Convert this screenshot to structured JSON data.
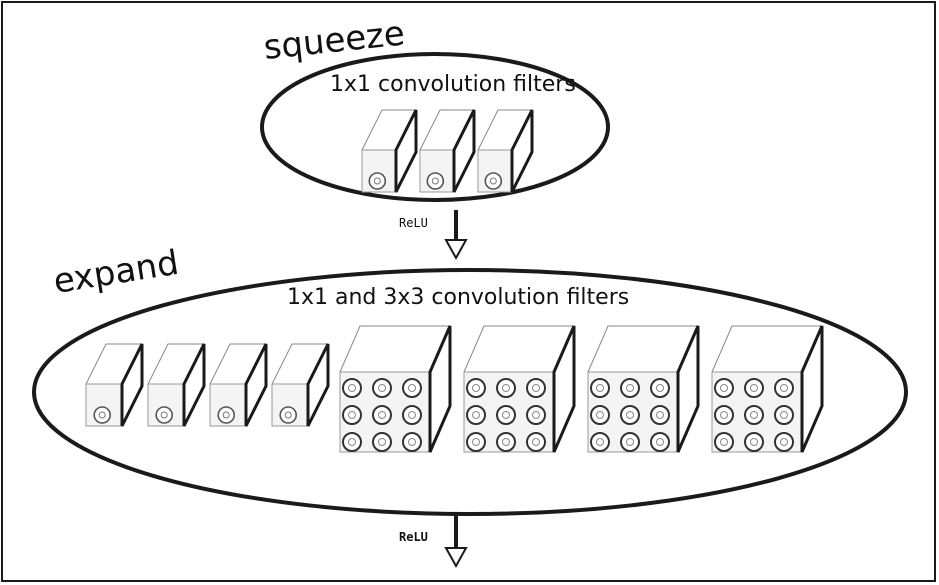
{
  "squeeze": {
    "label": "squeeze",
    "title": "1x1 convolution filters",
    "filter_count": 3,
    "filter_type": "1x1"
  },
  "expand": {
    "label": "expand",
    "title": "1x1 and 3x3 convolution filters",
    "filters_1x1_count": 4,
    "filters_3x3_count": 4
  },
  "activations": {
    "after_squeeze": "ReLU",
    "after_expand": "ReLU"
  },
  "colors": {
    "stroke": "#1a1a1a",
    "fill": "#ffffff",
    "face_shade": "#f4f4f4"
  },
  "icons": {
    "filter_1x1": "small-filter-icon",
    "filter_3x3": "large-filter-icon",
    "arrow": "down-arrow-icon"
  }
}
